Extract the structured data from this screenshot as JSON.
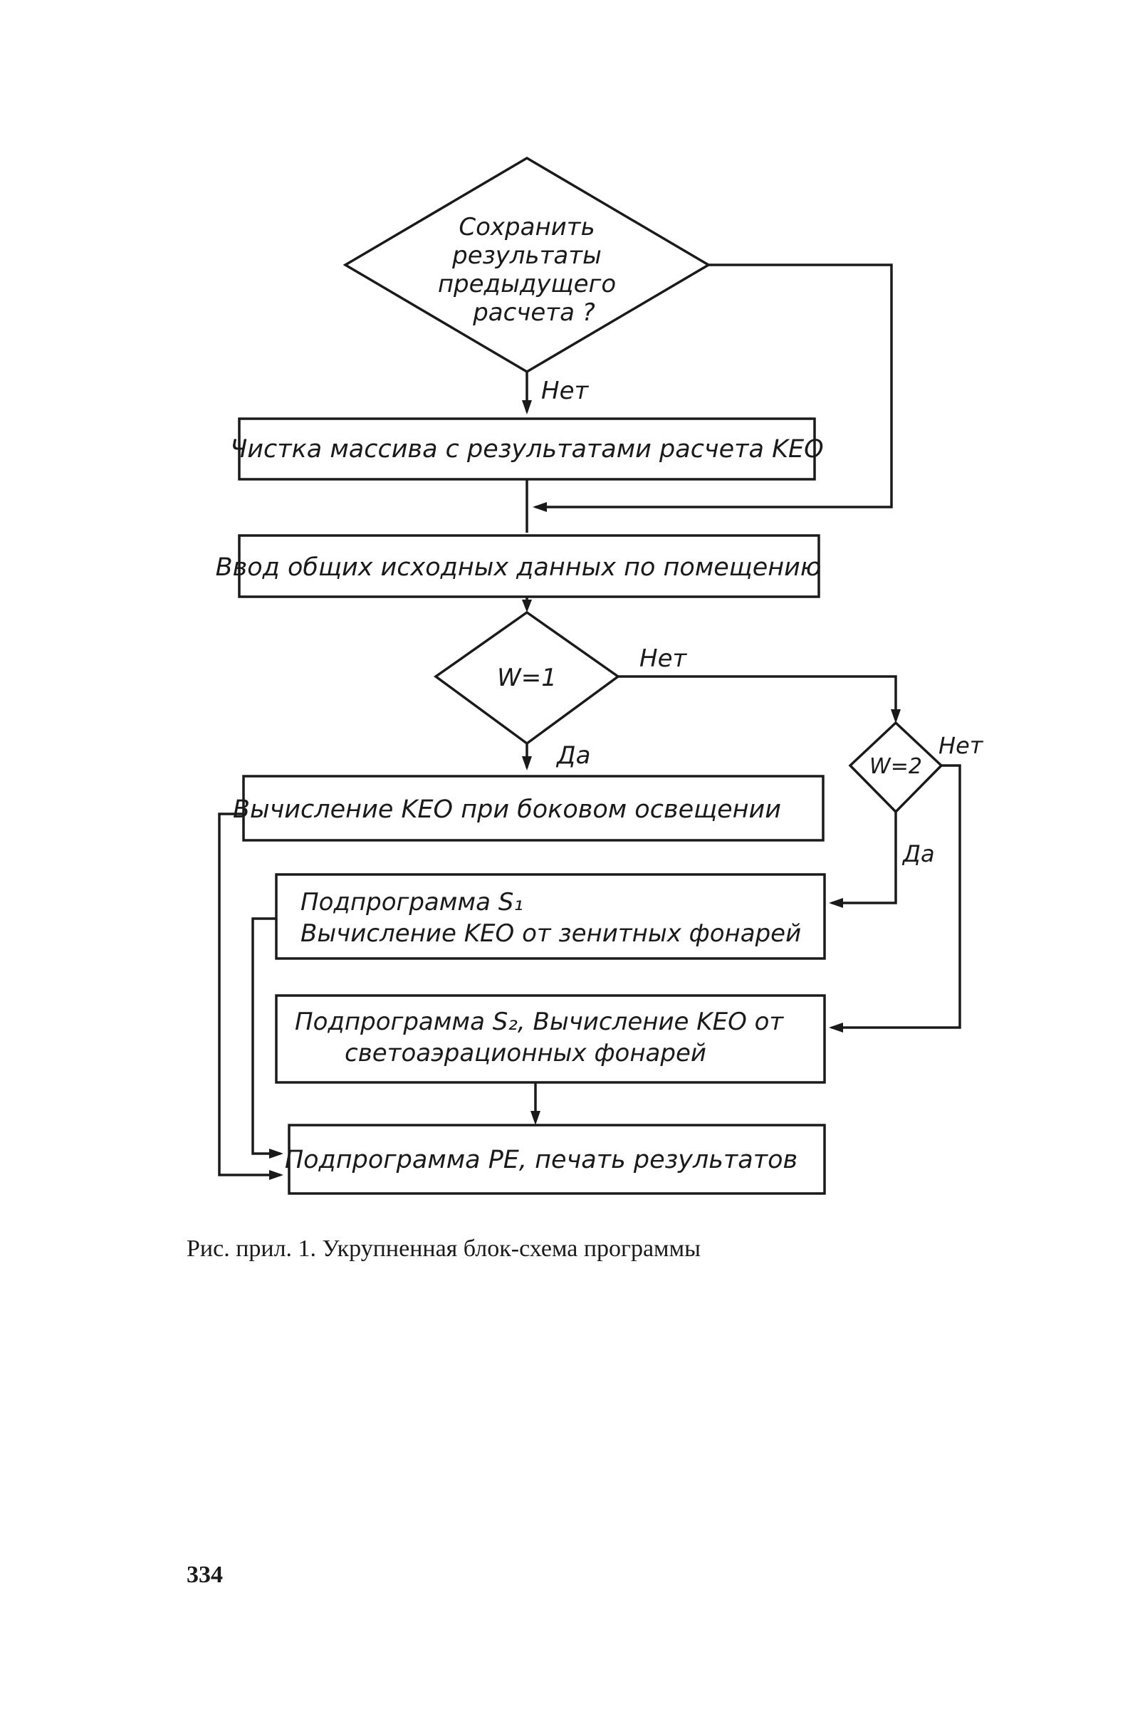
{
  "flowchart": {
    "decision_save": [
      "Сохранить",
      "результаты",
      "предыдущего",
      "расчета ?"
    ],
    "label_no_1": "Нет",
    "box_clear": "Чистка массива с результатами расчета KEO",
    "box_input": "Ввод общих исходных данных по помещению",
    "decision_w1": "W=1",
    "label_no_2": "Нет",
    "label_yes_1": "Да",
    "decision_w2": "W=2",
    "label_no_3": "Нет",
    "label_yes_2": "Да",
    "box_side": "Вычисление KEO при боковом освещении",
    "box_s1": [
      "Подпрограмма S₁",
      "Вычисление KEO от зенитных фонарей"
    ],
    "box_s2": [
      "Подпрограмма S₂, Вычисление KEO от",
      "светоаэрационных фонарей"
    ],
    "box_pe": "Подпрограмма PE, печать результатов"
  },
  "caption": "Рис. прил. 1. Укрупненная блок-схема программы",
  "page_number": "334"
}
